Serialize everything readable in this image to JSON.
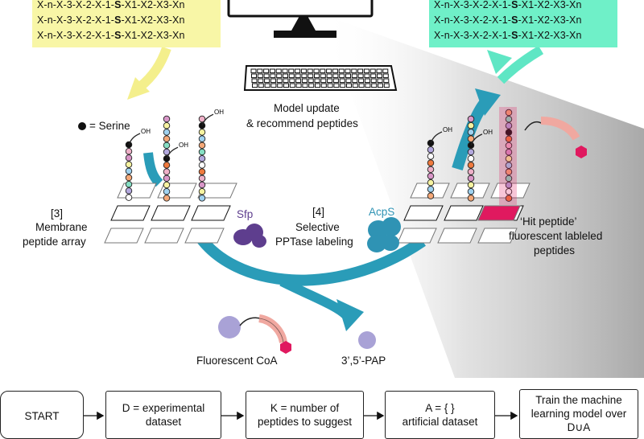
{
  "sequence_boxes": {
    "left": {
      "color": "#f8f6a6",
      "lines": [
        {
          "pre": "X-n-X-3-X-2-X-1-",
          "s": "S",
          "post": "-X1-X2-X3-Xn"
        },
        {
          "pre": "X-n-X-3-X-2-X-1-",
          "s": "S",
          "post": "-X1-X2-X3-Xn"
        },
        {
          "pre": "X-n-X-3-X-2-X-1-",
          "s": "S",
          "post": "-X1-X2-X3-Xn"
        }
      ]
    },
    "right": {
      "color": "#6ff0c8",
      "lines": [
        {
          "pre": "X-n-X-3-X-2-X-1-",
          "s": "S",
          "post": "-X1-X2-X3-Xn"
        },
        {
          "pre": "X-n-X-3-X-2-X-1-",
          "s": "S",
          "post": "-X1-X2-X3-Xn"
        },
        {
          "pre": "X-n-X-3-X-2-X-1-",
          "s": "S",
          "post": "-X1-X2-X3-Xn"
        }
      ]
    }
  },
  "labels": {
    "model_update": "Model update",
    "recommend": "& recommend peptides",
    "serine_legend": "= Serine",
    "oh": "OH",
    "step3_num": "[3]",
    "step3_l1": "Membrane",
    "step3_l2": "peptide array",
    "step4_num": "[4]",
    "step4_l1": "Selective",
    "step4_l2": "PPTase labeling",
    "sfp": "Sfp",
    "acps": "AcpS",
    "hit_l1": "‘Hit peptide’",
    "hit_l2": "fluorescent lableled",
    "hit_l3": "peptides",
    "fluor_coa": "Fluorescent CoA",
    "pap": "3’,5’-PAP"
  },
  "flowchart": {
    "start": "START",
    "d_l1": "D = experimental",
    "d_l2": "dataset",
    "k_l1": "K = number of",
    "k_l2": "peptides to suggest",
    "a_l1": "A = { }",
    "a_l2": "artificial dataset",
    "t_l1": "Train the machine",
    "t_l2": "learning model over",
    "t_l3": "D∪A"
  },
  "colors": {
    "arrow_blue": "#2a9cb8",
    "arrow_yellow": "#f4ef8c",
    "arrow_cyan": "#5fe6c4",
    "sfp_purple": "#5e3e8e",
    "acps_blue": "#2f93b4",
    "pink_hit": "#e0195f",
    "coa_lilac": "#a9a2d6",
    "coa_tail": "#f0a8a0"
  },
  "bead_palette": [
    "#d996c8",
    "#f6f3a0",
    "#9fd2f0",
    "#f4a878",
    "#86dfc4",
    "#b3a8de",
    "#ffffff",
    "#ef7a3e",
    "#eeb0c8"
  ]
}
